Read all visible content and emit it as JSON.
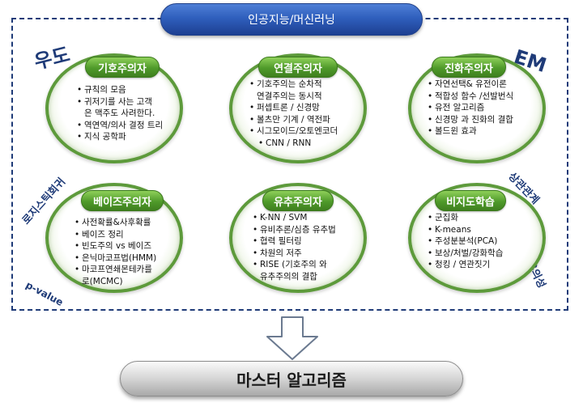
{
  "title": "인공지능/머신러닝",
  "side_labels": {
    "top_left": "우도",
    "top_right": "EM",
    "left_upper": "로지스틱회귀",
    "left_lower": "p-value",
    "right_upper": "상관관계",
    "right_lower": "유의성"
  },
  "schools": [
    {
      "label": "기호주의자",
      "items": [
        "규칙의 모음",
        "귀저기를 사는 고객\n은 맥주도 사려한다.",
        "역연역/의사 결정 트리",
        "지식 공학파"
      ]
    },
    {
      "label": "연결주의자",
      "items": [
        "기호주의는 순차적\n연결주의는 동시적",
        "퍼셉트론 / 신경망",
        "볼츠만 기계 / 역전파",
        "시그모이드/오토엔코더"
      ],
      "subitems": [
        "CNN / RNN"
      ]
    },
    {
      "label": "진화주의자",
      "items": [
        "자연선택& 유전이론",
        "적합성 함수 /선발번식",
        "유전 알고리즘",
        "신경망 과 진화의 결합",
        "볼드윈 효과"
      ]
    },
    {
      "label": "베이즈주의자",
      "items": [
        "사전확률&사후확률",
        "베이즈 정리",
        "빈도주의 vs 베이즈",
        "은닉마코프법(HMM)",
        "마코프연쇄몬테카를\n로(MCMC)"
      ]
    },
    {
      "label": "유추주의자",
      "items": [
        "K-NN / SVM",
        "유비추론/심층 유추법",
        "협력 필터링",
        "차원의 저주",
        "RISE (기호주의 와\n유추주의의 결합"
      ]
    },
    {
      "label": "비지도학습",
      "items": [
        "군집화",
        "K-means",
        "주성분분석(PCA)",
        "보상/처벌/강화학습",
        "청킹 / 연관짓기"
      ]
    }
  ],
  "result": "마스터 알고리즘",
  "colors": {
    "frame": "#1f3b78",
    "title_pill": "#2f5fbd",
    "circle_border": "#5d9a3b",
    "label_green": "#4f9a2a",
    "result_bar": "#d9d9d9"
  }
}
